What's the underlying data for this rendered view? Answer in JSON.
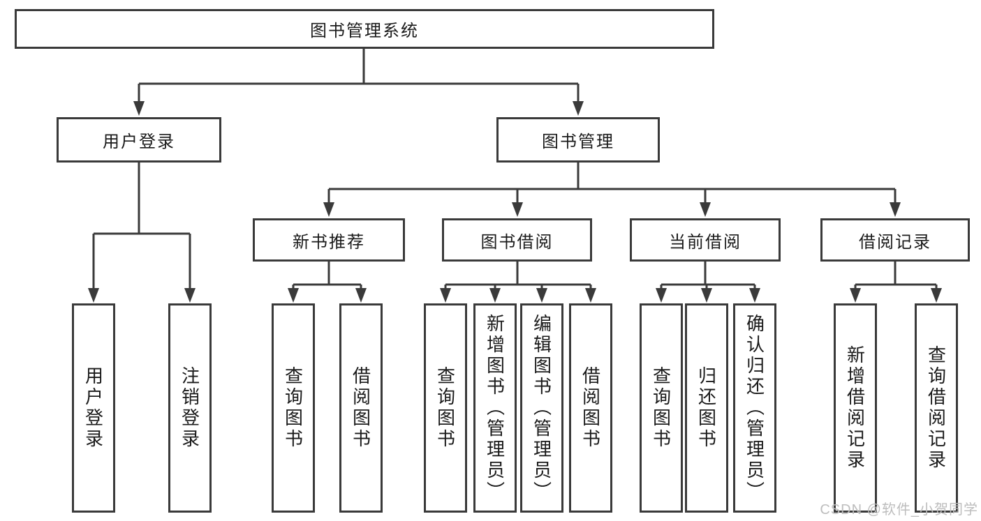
{
  "nodes": {
    "root": {
      "label": "图书管理系统"
    },
    "user_login": {
      "label": "用户登录",
      "children": [
        {
          "label": "用户登录"
        },
        {
          "label": "注销登录"
        }
      ]
    },
    "book_management": {
      "label": "图书管理"
    },
    "new_book_recommend": {
      "label": "新书推荐",
      "children": [
        {
          "label": "查询图书"
        },
        {
          "label": "借阅图书"
        }
      ]
    },
    "book_borrow": {
      "label": "图书借阅",
      "children": [
        {
          "label": "查询图书"
        },
        {
          "label": "新增图书（管理员）"
        },
        {
          "label": "编辑图书（管理员）"
        },
        {
          "label": "借阅图书"
        }
      ]
    },
    "current_borrow": {
      "label": "当前借阅",
      "children": [
        {
          "label": "查询图书"
        },
        {
          "label": "归还图书"
        },
        {
          "label": "确认归还（管理员）"
        }
      ]
    },
    "borrow_records": {
      "label": "借阅记录",
      "children": [
        {
          "label": "新增借阅记录"
        },
        {
          "label": "查询借阅记录"
        }
      ]
    }
  },
  "watermark": {
    "text": "CSDN @软件_小贺同学"
  },
  "colors": {
    "line": "#3a3a3a",
    "box_border": "#3a3a3a",
    "text": "#1a1a1a",
    "watermark": "#bdbdbd",
    "background": "#ffffff"
  }
}
